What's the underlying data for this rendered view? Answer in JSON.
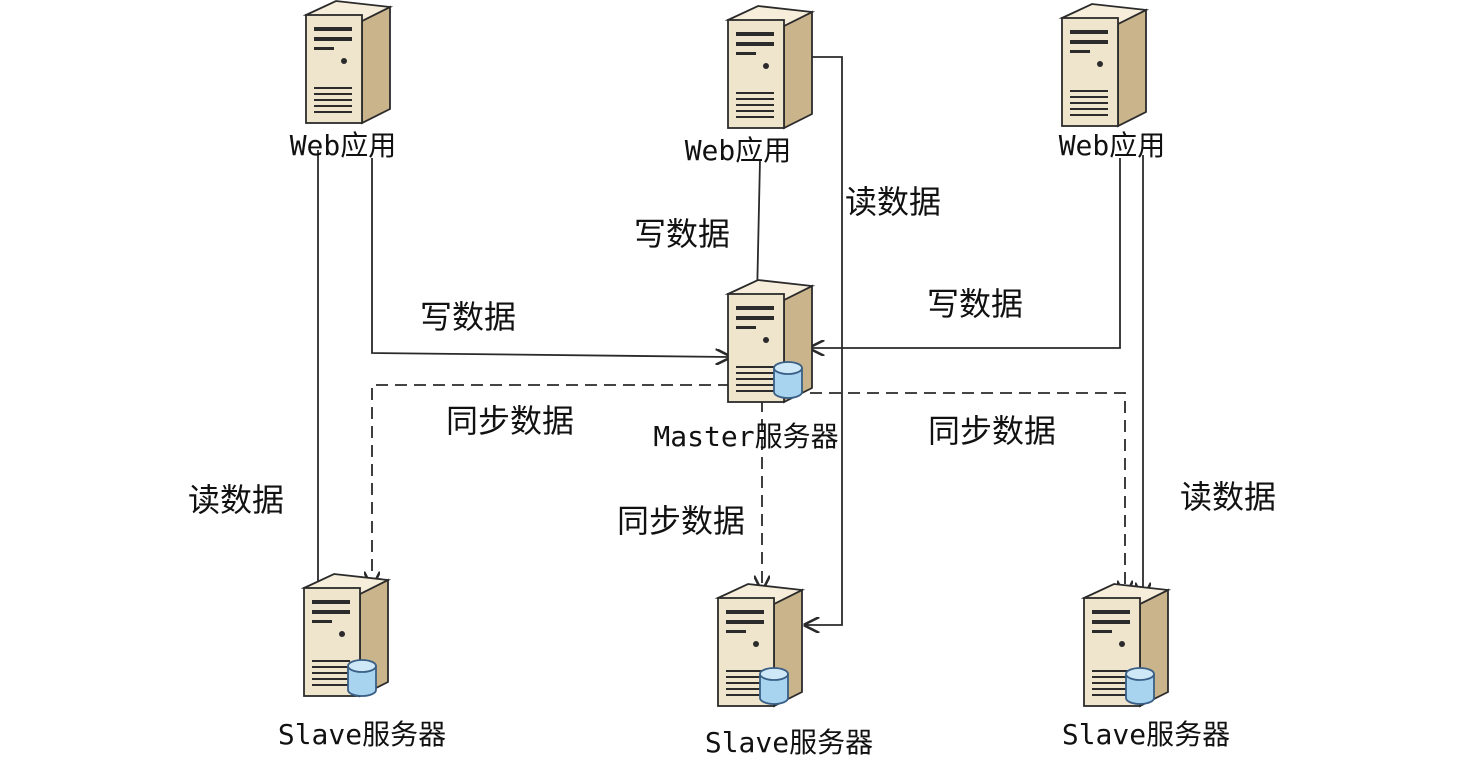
{
  "nodes": {
    "web1": {
      "label": "Web应用",
      "type": "server",
      "has_db": false
    },
    "web2": {
      "label": "Web应用",
      "type": "server",
      "has_db": false
    },
    "web3": {
      "label": "Web应用",
      "type": "server",
      "has_db": false
    },
    "master": {
      "label": "Master服务器",
      "type": "server",
      "has_db": true
    },
    "slave1": {
      "label": "Slave服务器",
      "type": "server",
      "has_db": true
    },
    "slave2": {
      "label": "Slave服务器",
      "type": "server",
      "has_db": true
    },
    "slave3": {
      "label": "Slave服务器",
      "type": "server",
      "has_db": true
    }
  },
  "edges": {
    "web1_write_master": {
      "from": "web1",
      "to": "master",
      "label": "写数据",
      "style": "solid"
    },
    "web2_write_master": {
      "from": "web2",
      "to": "master",
      "label": "写数据",
      "style": "solid"
    },
    "web3_write_master": {
      "from": "web3",
      "to": "master",
      "label": "写数据",
      "style": "solid"
    },
    "web1_read_slave1": {
      "from": "web1",
      "to": "slave1",
      "label": "读数据",
      "style": "solid"
    },
    "web2_read_slave2": {
      "from": "web2",
      "to": "slave2",
      "label": "读数据",
      "style": "solid"
    },
    "web3_read_slave3": {
      "from": "web3",
      "to": "slave3",
      "label": "读数据",
      "style": "solid"
    },
    "master_sync_slave1": {
      "from": "master",
      "to": "slave1",
      "label": "同步数据",
      "style": "dashed"
    },
    "master_sync_slave2": {
      "from": "master",
      "to": "slave2",
      "label": "同步数据",
      "style": "dashed"
    },
    "master_sync_slave3": {
      "from": "master",
      "to": "slave3",
      "label": "同步数据",
      "style": "dashed"
    }
  },
  "colors": {
    "server_body": "#efe4cc",
    "server_side": "#c9b48c",
    "server_outline": "#2b2b2b",
    "db_cylinder": "#a8d4ef",
    "db_outline": "#3a5f86",
    "edge": "#2a2a2a",
    "text": "#111111"
  },
  "icons": {
    "server": "server-tower-icon",
    "database": "database-cylinder-icon"
  }
}
